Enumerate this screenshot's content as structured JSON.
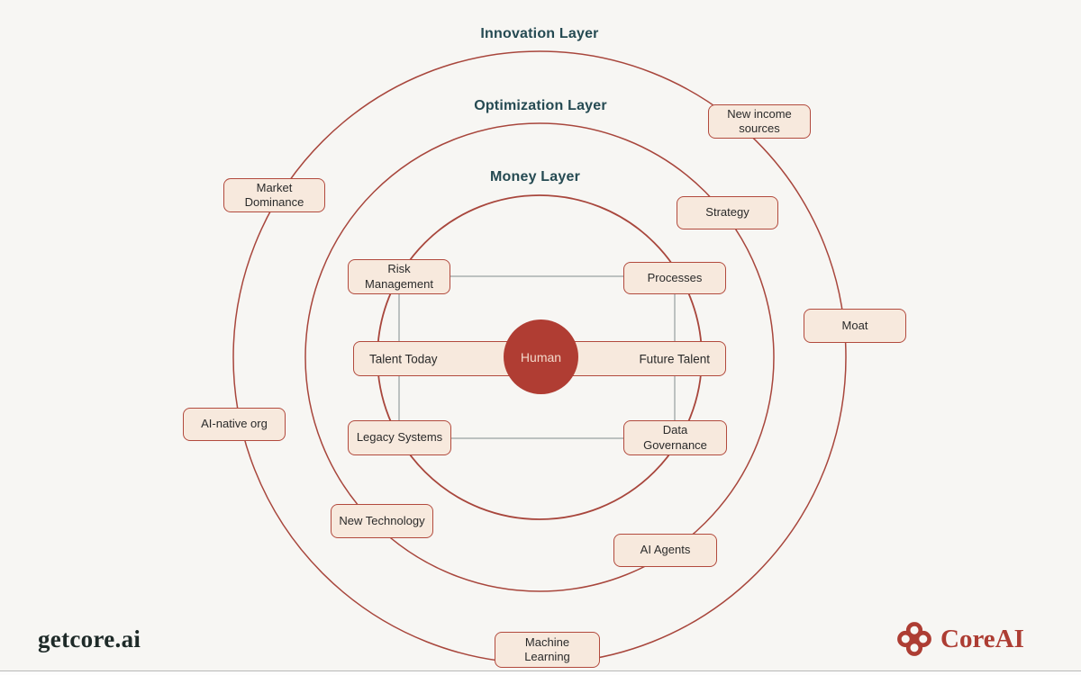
{
  "layers": {
    "innovation": {
      "label": "Innovation Layer"
    },
    "optimization": {
      "label": "Optimization Layer"
    },
    "money": {
      "label": "Money Layer"
    }
  },
  "center": {
    "human": {
      "label": "Human"
    },
    "talent_today": {
      "label": "Talent Today"
    },
    "future_talent": {
      "label": "Future Talent"
    }
  },
  "nodes": {
    "money_layer": {
      "risk_management": {
        "label": "Risk Management"
      },
      "processes": {
        "label": "Processes"
      },
      "legacy_systems": {
        "label": "Legacy Systems"
      },
      "data_governance": {
        "label": "Data Governance"
      }
    },
    "optimization_layer": {
      "strategy": {
        "label": "Strategy"
      },
      "new_technology": {
        "label": "New Technology"
      },
      "ai_agents": {
        "label": "AI Agents"
      }
    },
    "innovation_layer": {
      "new_income_sources": {
        "label": "New income sources"
      },
      "market_dominance": {
        "label": "Market Dominance"
      },
      "moat": {
        "label": "Moat"
      },
      "ai_native_org": {
        "label": "AI-native org"
      },
      "machine_learning": {
        "label": "Machine Learning"
      }
    }
  },
  "footer": {
    "site": "getcore.ai",
    "brand": "CoreAI"
  },
  "colors": {
    "background": "#f7f6f3",
    "ring_stroke": "#a8463c",
    "node_fill": "#f7e9dd",
    "node_border": "#b24a3d",
    "human_fill": "#b03d33",
    "human_text": "#f3d8ca",
    "layer_label": "#254a52",
    "connector": "#828c8e",
    "brand_red": "#ad3d33",
    "footer_text": "#1e2a28"
  }
}
